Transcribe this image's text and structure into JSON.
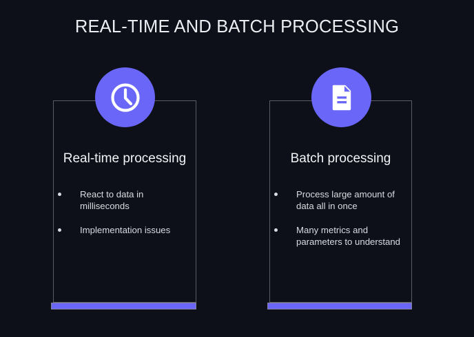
{
  "slide": {
    "title": "REAL-TIME AND BATCH PROCESSING",
    "background_color": "#0d1018",
    "accent_color": "#6a67f8",
    "border_color": "#5b5e68",
    "text_color": "#eceef3"
  },
  "cards": [
    {
      "icon": "clock-icon",
      "heading": "Real-time processing",
      "bullets": [
        "React to data in milliseconds",
        "Implementation issues"
      ]
    },
    {
      "icon": "document-icon",
      "heading": "Batch processing",
      "bullets": [
        "Process large amount of data all in once",
        "Many metrics and parameters to understand"
      ]
    }
  ]
}
